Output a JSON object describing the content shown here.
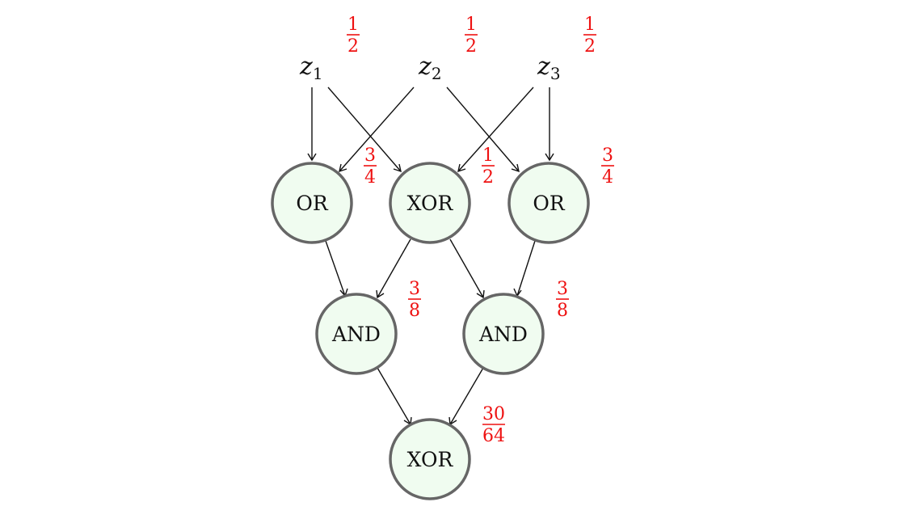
{
  "colors": {
    "node_fill": "#f0fcf0",
    "node_stroke": "#666666",
    "probability": "#ee1111",
    "edge": "#111111"
  },
  "inputs": [
    {
      "id": "z1",
      "var": "z",
      "sub": "1",
      "prob": {
        "num": "1",
        "den": "2"
      }
    },
    {
      "id": "z2",
      "var": "z",
      "sub": "2",
      "prob": {
        "num": "1",
        "den": "2"
      }
    },
    {
      "id": "z3",
      "var": "z",
      "sub": "3",
      "prob": {
        "num": "1",
        "den": "2"
      }
    }
  ],
  "gates": [
    {
      "id": "or1",
      "label": "OR",
      "prob": {
        "num": "3",
        "den": "4"
      }
    },
    {
      "id": "xor1",
      "label": "XOR",
      "prob": {
        "num": "1",
        "den": "2"
      }
    },
    {
      "id": "or2",
      "label": "OR",
      "prob": {
        "num": "3",
        "den": "4"
      }
    },
    {
      "id": "and1",
      "label": "AND",
      "prob": {
        "num": "3",
        "den": "8"
      }
    },
    {
      "id": "and2",
      "label": "AND",
      "prob": {
        "num": "3",
        "den": "8"
      }
    },
    {
      "id": "xor2",
      "label": "XOR",
      "prob": {
        "num": "30",
        "den": "64"
      }
    }
  ],
  "edges": [
    [
      "z1",
      "or1"
    ],
    [
      "z1",
      "xor1"
    ],
    [
      "z2",
      "or1"
    ],
    [
      "z2",
      "or2"
    ],
    [
      "z3",
      "xor1"
    ],
    [
      "z3",
      "or2"
    ],
    [
      "or1",
      "and1"
    ],
    [
      "xor1",
      "and1"
    ],
    [
      "xor1",
      "and2"
    ],
    [
      "or2",
      "and2"
    ],
    [
      "and1",
      "xor2"
    ],
    [
      "and2",
      "xor2"
    ]
  ]
}
